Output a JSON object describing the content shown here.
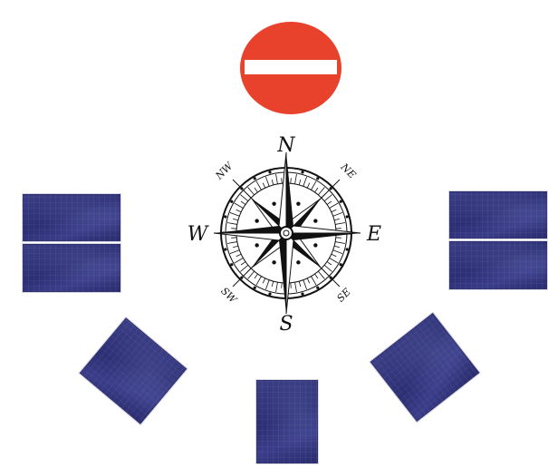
{
  "colors": {
    "no_entry_red": "#e8412c",
    "no_entry_bar": "#ffffff",
    "panel_blue": "#2f3278",
    "compass_ink": "#111111"
  },
  "compass": {
    "cardinal": {
      "n": "N",
      "e": "E",
      "s": "S",
      "w": "W"
    },
    "intercardinal": {
      "ne": "NE",
      "se": "SE",
      "sw": "SW",
      "nw": "NW"
    }
  },
  "icons": {
    "no_entry": "no-entry-sign-icon",
    "compass": "compass-rose-icon",
    "panel": "solar-panel-icon"
  }
}
